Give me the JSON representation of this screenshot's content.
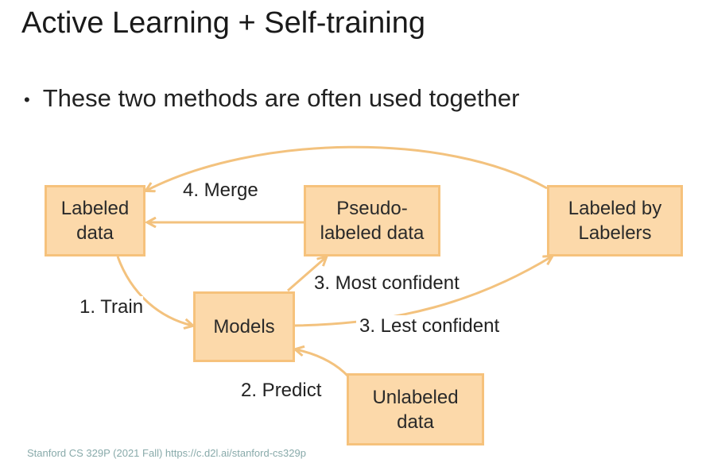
{
  "title": "Active Learning + Self-training",
  "bullet": "These two methods are often used together",
  "nodes": {
    "labeled_data": "Labeled\ndata",
    "pseudo_labeled": "Pseudo-\nlabeled data",
    "labeled_by_labelers": "Labeled by\nLabelers",
    "models": "Models",
    "unlabeled": "Unlabeled\ndata"
  },
  "edges": {
    "merge": "4. Merge",
    "most_confident": "3. Most confident",
    "train": "1. Train",
    "least_confident": "3. Lest confident",
    "predict": "2. Predict"
  },
  "footer": "Stanford CS 329P (2021 Fall) https://c.d2l.ai/stanford-cs329p",
  "colors": {
    "box_fill": "#fcd9aa",
    "box_border": "#f6c27c",
    "arrow": "#f3c27e"
  }
}
